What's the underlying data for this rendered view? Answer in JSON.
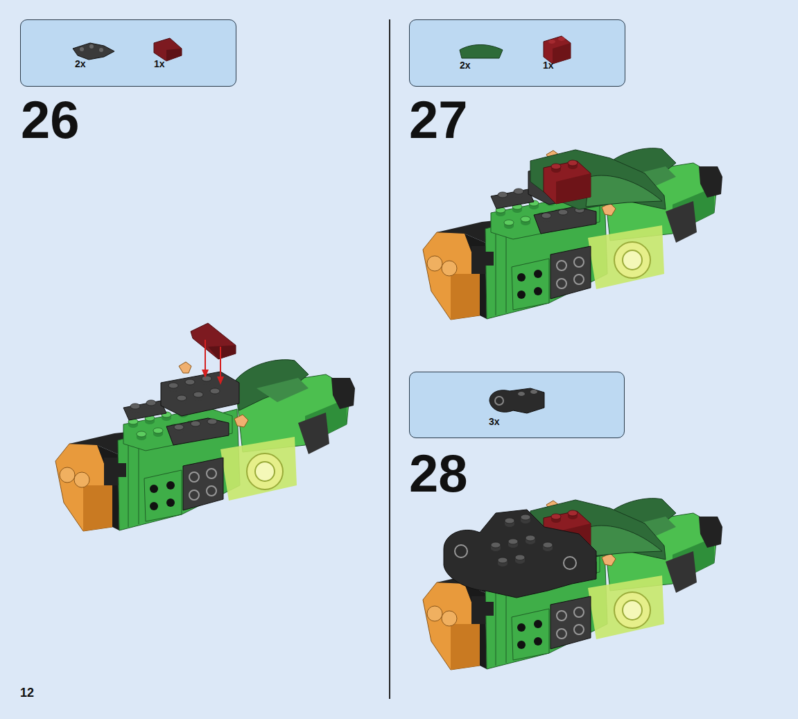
{
  "diagram": {
    "nodes": [
      {
        "text": [
          "2x",
          "1x"
        ]
      },
      {
        "text": [
          "2x",
          "1x"
        ]
      },
      {
        "text": [
          "3x"
        ]
      }
    ],
    "labels": [
      "26",
      "27",
      "28",
      "12"
    ]
  }
}
